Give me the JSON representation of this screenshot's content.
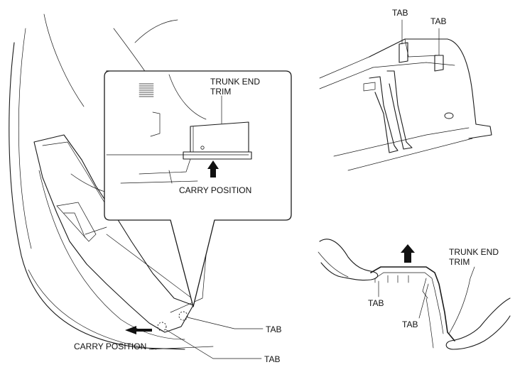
{
  "labels": {
    "callout_trim_line1": "TRUNK END",
    "callout_trim_line2": "TRIM",
    "callout_carry": "CARRY POSITION",
    "main_carry": "CARRY POSITION",
    "main_tab_upper": "TAB",
    "main_tab_lower": "TAB",
    "top_tab_left": "TAB",
    "top_tab_right": "TAB",
    "section_trim_line1": "TRUNK END",
    "section_trim_line2": "TRIM",
    "section_tab_left": "TAB",
    "section_tab_right": "TAB"
  },
  "colors": {
    "line": "#1a1a1a",
    "background": "#ffffff",
    "arrow": "#111111"
  },
  "icons": {
    "up_arrow": "arrow-up-icon",
    "left_arrow": "arrow-left-icon",
    "tab_marker": "dashed-circle-icon"
  }
}
